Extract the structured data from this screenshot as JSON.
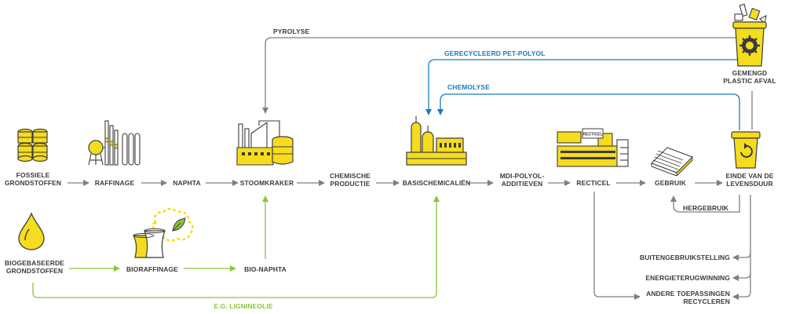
{
  "colors": {
    "gray": "#7f7f7f",
    "blue": "#1a7bbf",
    "green": "#8cc43c",
    "yellow": "#f5dc1e",
    "dark": "#3c3c3c"
  },
  "nodes": {
    "fossiele": {
      "line1": "FOSSIELE",
      "line2": "GRONDSTOFFEN"
    },
    "raffinage": {
      "line1": "RAFFINAGE"
    },
    "naphta": {
      "line1": "NAPHTA"
    },
    "stoomkraker": {
      "line1": "STOOMKRAKER"
    },
    "chemische": {
      "line1": "CHEMISCHE",
      "line2": "PRODUCTIE"
    },
    "basischemicalien": {
      "line1": "BASISCHEMICALIËN"
    },
    "mdi": {
      "line1": "MDI-POLYOL-",
      "line2": "ADDITIEVEN"
    },
    "recticel": {
      "line1": "RECTICEL"
    },
    "gebruik": {
      "line1": "GEBRUIK"
    },
    "einde": {
      "line1": "EINDE VAN DE",
      "line2": "LEVENSDUUR"
    },
    "gemengd": {
      "line1": "GEMENGD",
      "line2": "PLASTIC AFVAL"
    },
    "biogebaseerde": {
      "line1": "BIOGEBASEERDE",
      "line2": "GRONDSTOFFEN"
    },
    "bioraffinage": {
      "line1": "BIORAFFINAGE"
    },
    "bionaphta": {
      "line1": "BIO-NAPHTA"
    }
  },
  "flows": {
    "pyrolyse": "PYROLYSE",
    "pet_polyol": "GERECYCLEERD PET-POLYOL",
    "chemolyse": "CHEMOLYSE",
    "hergebruik": "HERGEBRUIK",
    "lignineolie": "E.G. LIGNINEOLIE"
  },
  "outputs": {
    "buiten": "BUITENGEBRUIKSTELLING",
    "energie": "ENERGIETERUGWINNING",
    "andere_line1": "ANDERE TOEPASSINGEN",
    "andere_line2": "RECYCLEREN"
  },
  "brand": {
    "recticel_sign": "RECTICEL"
  },
  "icons": {
    "fossiele": "oil-barrels-icon",
    "raffinage": "refinery-icon",
    "stoomkraker": "steam-cracker-icon",
    "basischemicalien": "chemical-plant-icon",
    "recticel": "recticel-factory-icon",
    "gebruik": "insulation-boards-icon",
    "einde": "waste-bin-icon",
    "gemengd": "overflowing-recycle-bin-icon",
    "biogebaseerde": "oil-drop-icon",
    "bioraffinage": "biorefinery-icon"
  }
}
